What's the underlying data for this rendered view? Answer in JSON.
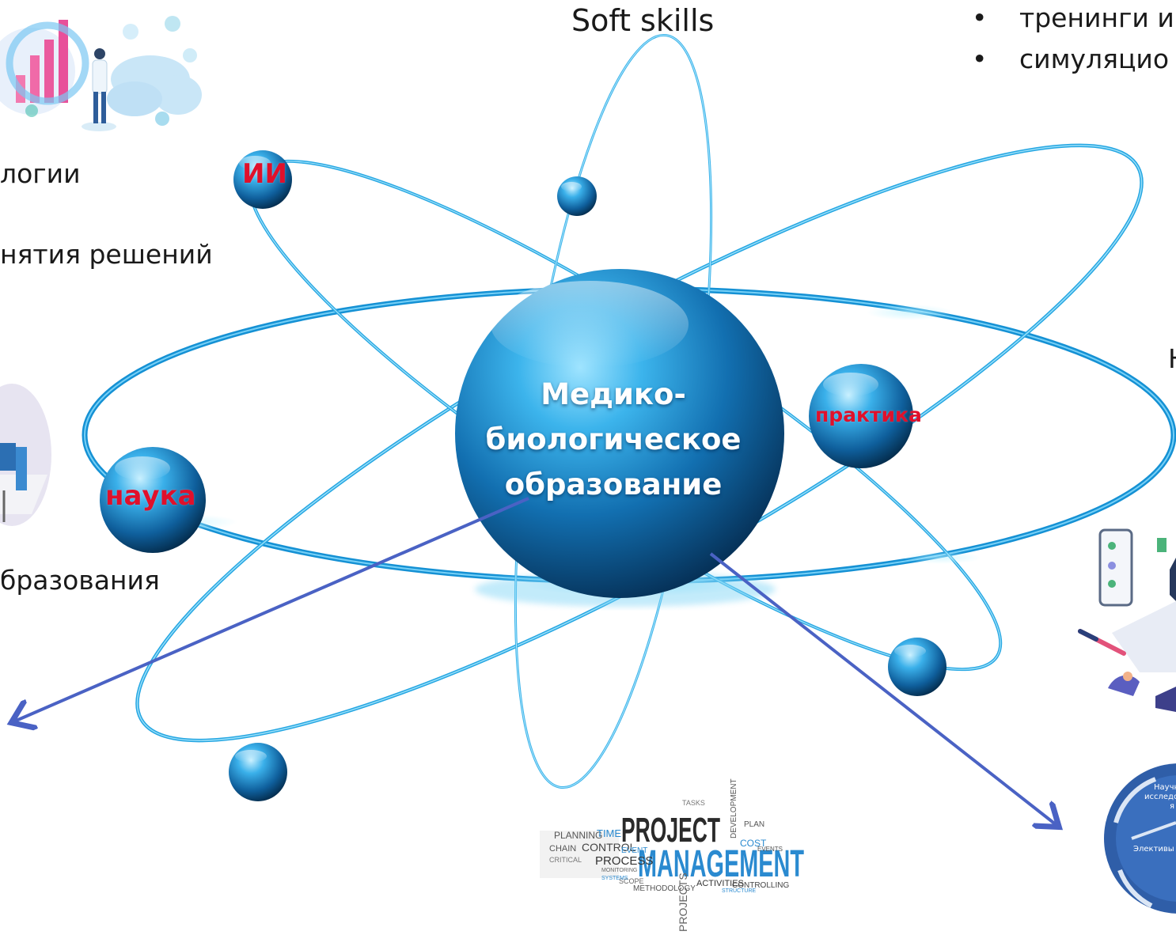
{
  "title": "Soft skills",
  "center": {
    "lines": [
      "Медико-",
      "биологическое",
      "образование"
    ]
  },
  "orbs": {
    "ai": "ИИ",
    "science": "наука",
    "practice": "практика"
  },
  "left_texts": {
    "line1": "логии",
    "line2": "нятия решений",
    "line3": "бразования"
  },
  "right_bullets": [
    "тренинги и",
    "симуляцио"
  ],
  "right_fragment": "Н",
  "wordcloud": {
    "main1": "PROJECT",
    "main2": "MANAGEMENT",
    "words": [
      "PLANNING",
      "TIME",
      "CONTROL",
      "EVENT",
      "CHAIN",
      "PROCESS",
      "CRITICAL",
      "SCOPE",
      "METHODOLOGY",
      "MONITORING",
      "ACTIVITIES",
      "CONTROLLING",
      "DEVELOPMENT",
      "COST",
      "PLAN",
      "TASKS",
      "PROJECTS",
      "SYSTEMS",
      "STRUCTURE",
      "EVENTS"
    ]
  },
  "cycle_texts": [
    "Научн",
    "исследо",
    "я",
    "Элективы"
  ],
  "colors": {
    "orbit": "#1aa0e0",
    "nucleus": "#1a7fc0",
    "label_red": "#e0102b",
    "arrow": "#4a62c4"
  },
  "icons": [
    "analytics-illustration-icon",
    "scientist-icon",
    "cloud-icon",
    "chair-illustration-icon",
    "tablet-illustration-icon",
    "laptop-illustration-icon",
    "pen-icon",
    "graduation-cap-icon",
    "cycle-diagram-icon"
  ]
}
